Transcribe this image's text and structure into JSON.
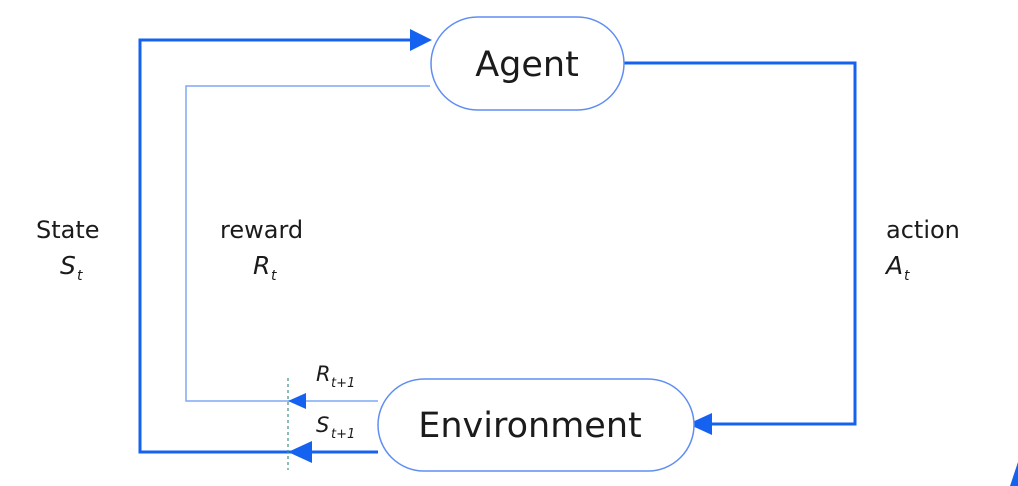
{
  "nodes": {
    "agent": "Agent",
    "environment": "Environment"
  },
  "labels": {
    "state_word": "State",
    "state_symbol": "S",
    "state_subscript": "t",
    "reward_word": "reward",
    "reward_symbol": "R",
    "reward_subscript": "t",
    "action_word": "action",
    "action_symbol": "A",
    "action_subscript": "t",
    "next_reward_symbol": "R",
    "next_reward_subscript": "t+1",
    "next_state_symbol": "S",
    "next_state_subscript": "t+1"
  },
  "colors": {
    "accent": "#1662f0",
    "thin_line": "#7ea8f5",
    "node_stroke": "#5f8ef2",
    "divider": "#3f8f84",
    "text": "#1b1b1b"
  }
}
